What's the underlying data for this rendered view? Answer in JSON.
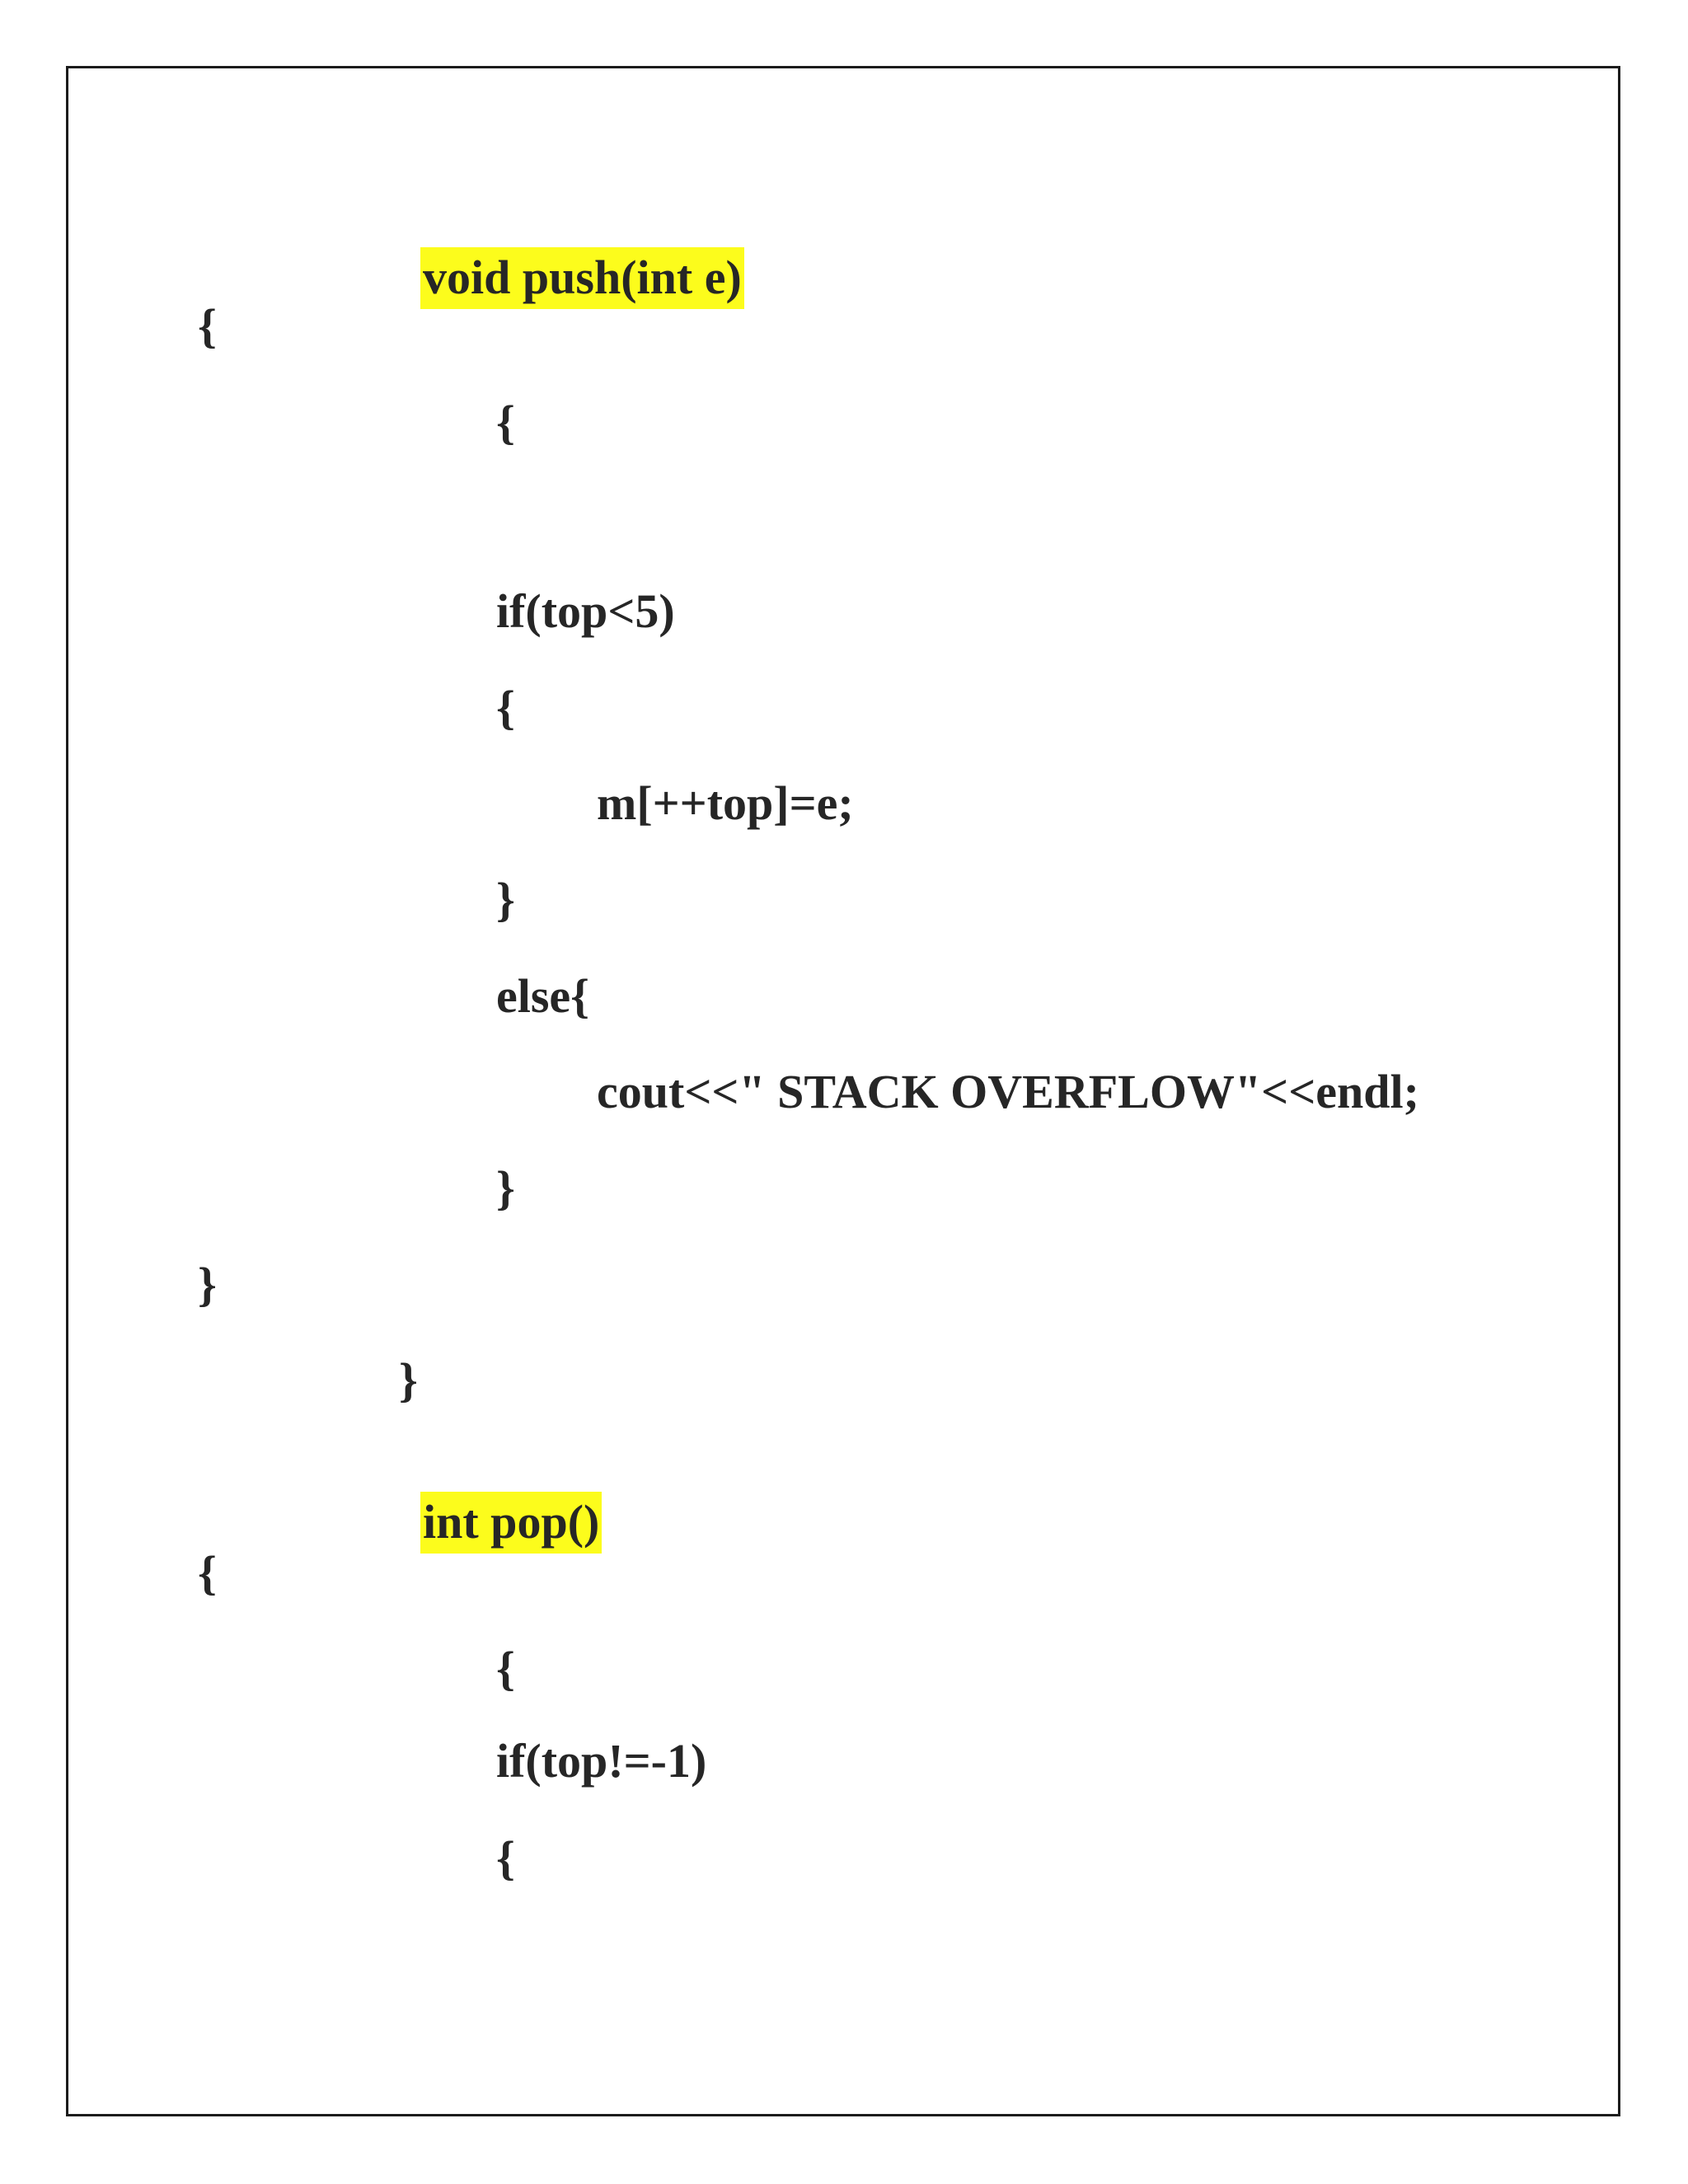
{
  "colors": {
    "highlight": "#fcfc1c",
    "text": "#262626",
    "border": "#1c1c1c"
  },
  "code": {
    "push_signature": "void push(int e)",
    "push_outer_open": "{",
    "push_inner_open": "{",
    "push_if": "if(top<5)",
    "push_if_open": "{",
    "push_assign": "m[++top]=e;",
    "push_if_close": "}",
    "push_else": "else{",
    "push_cout": "cout<<\" STACK OVERFLOW\"<<endl;",
    "push_else_close": "}",
    "push_outer_close": "}",
    "push_func_close": "}",
    "pop_signature": "int pop()",
    "pop_outer_open": "{",
    "pop_inner_open": "{",
    "pop_if": "if(top!=-1)",
    "pop_if_open": "{"
  }
}
